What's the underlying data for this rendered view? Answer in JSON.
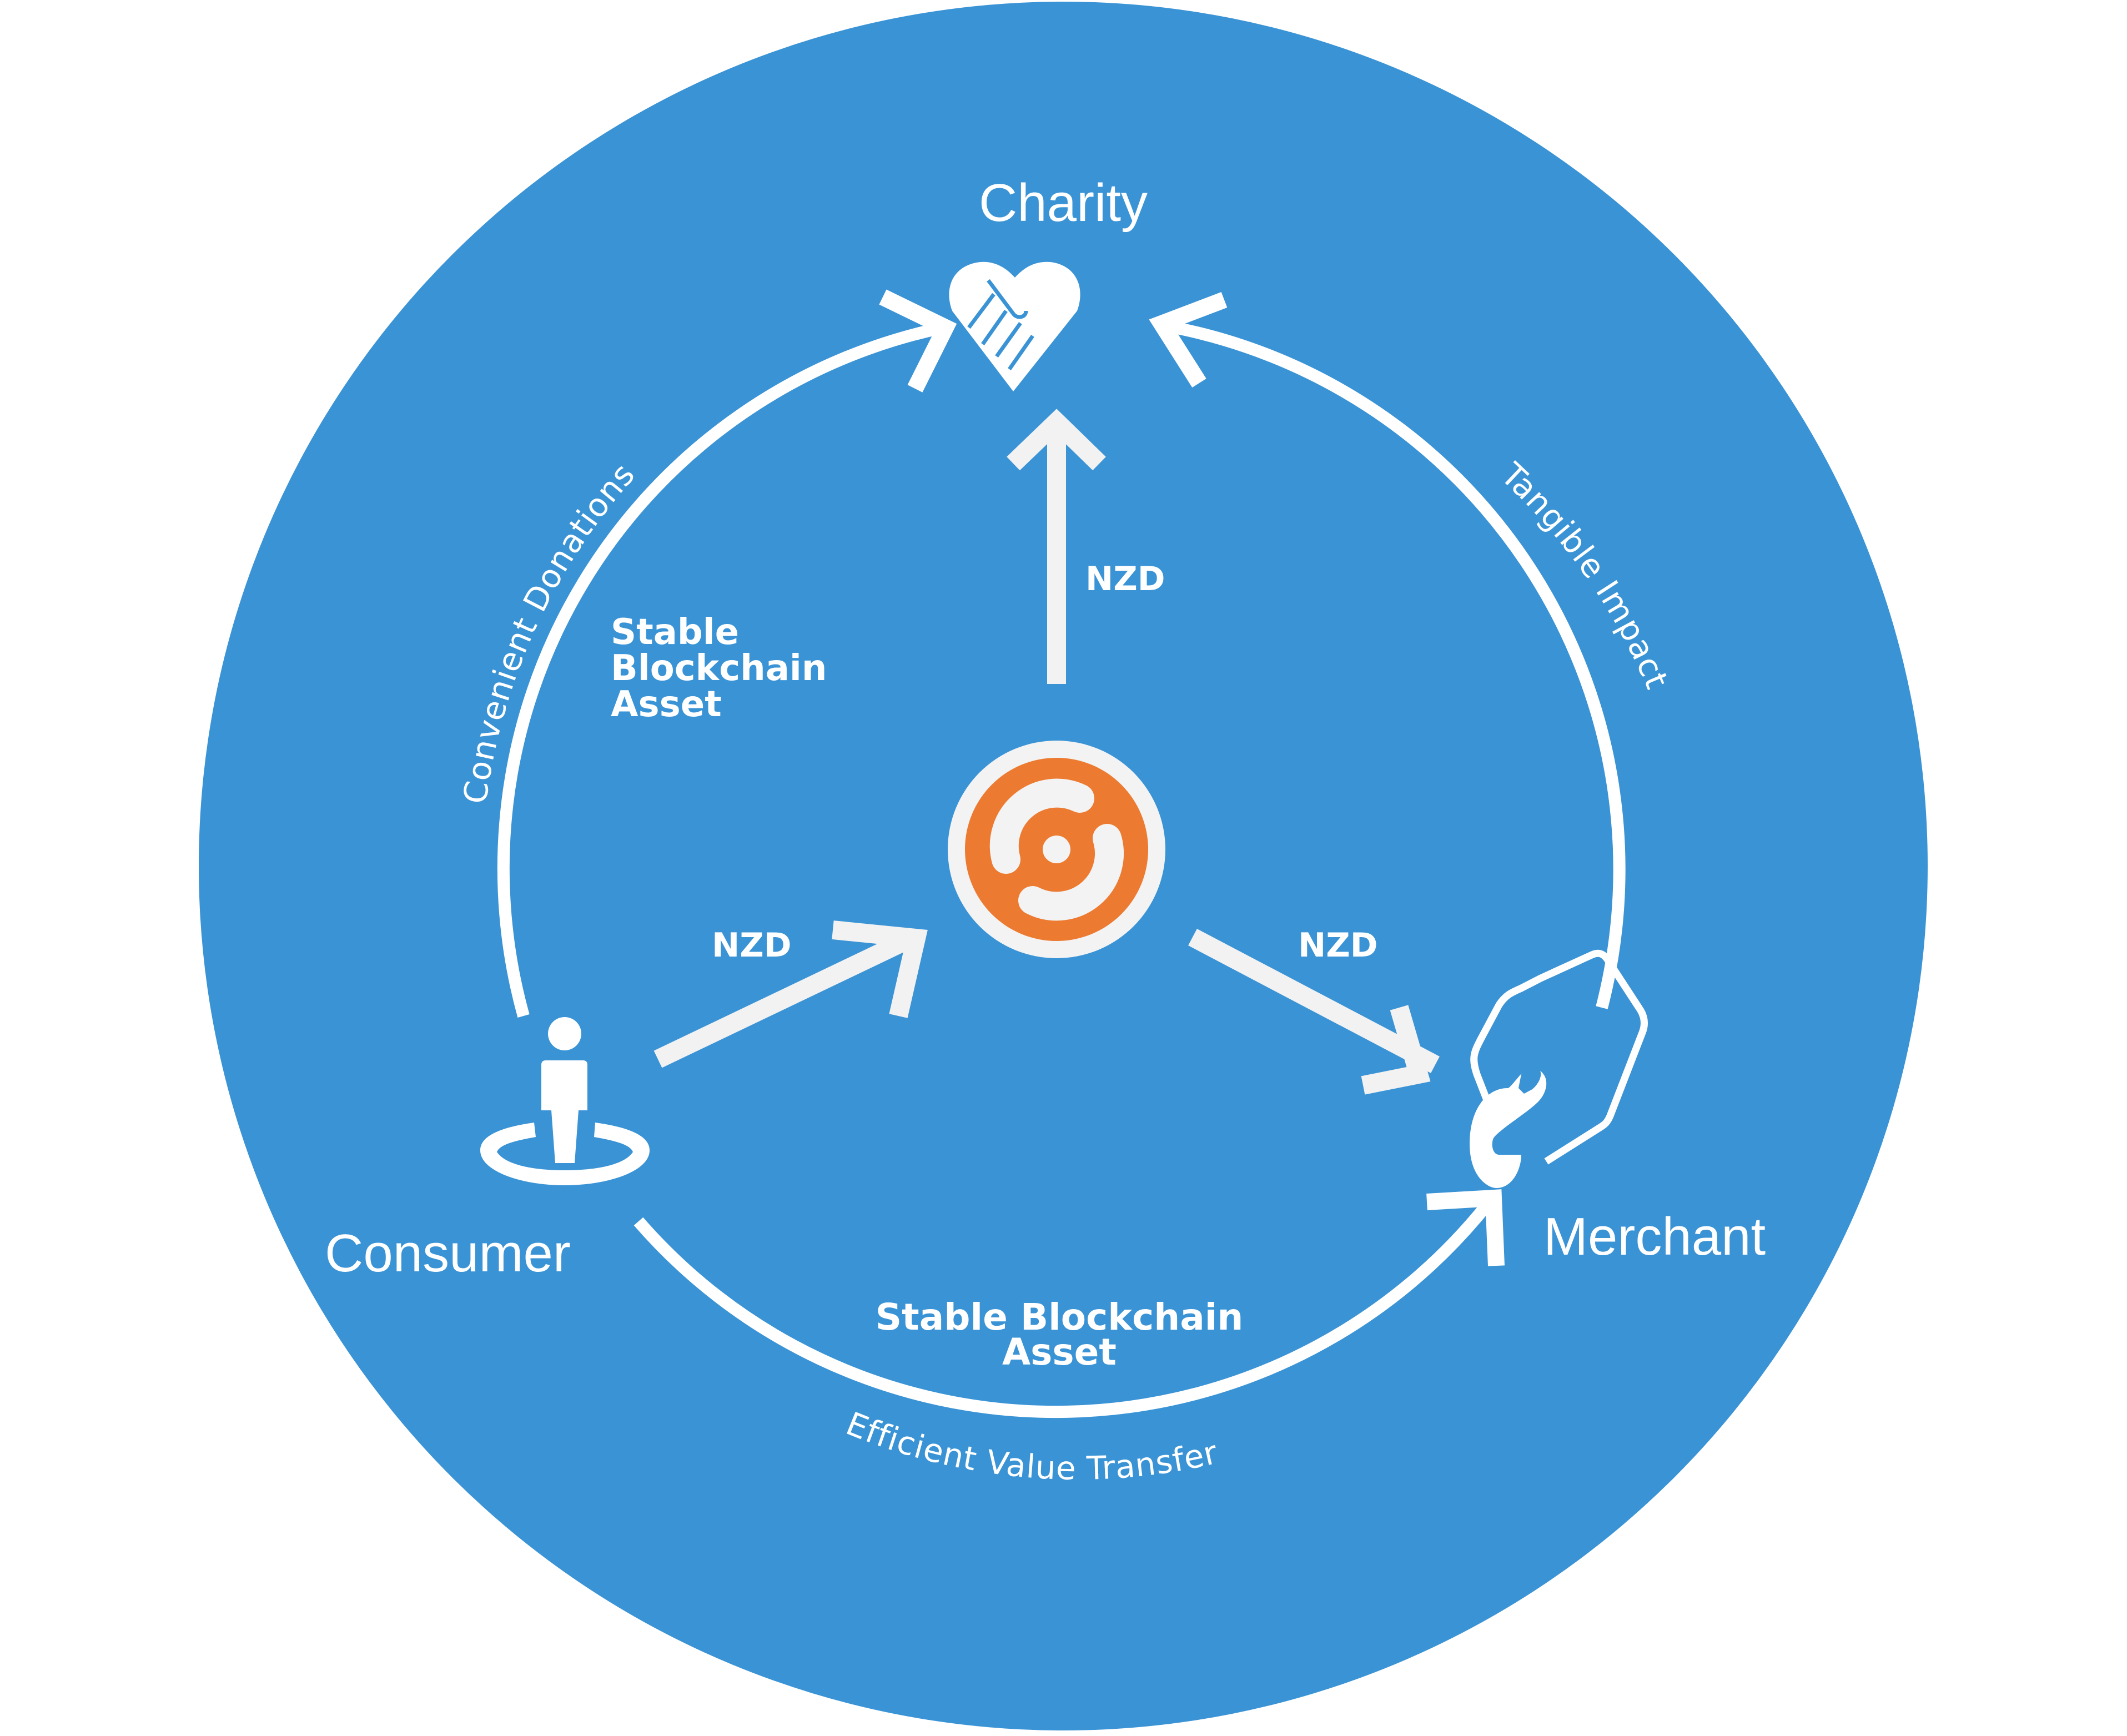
{
  "colors": {
    "background": "#ffffff",
    "circle": "#3a93d5",
    "foreground": "#ffffff",
    "arrow": "#f2f2f2",
    "logo_orange": "#ec7a30",
    "logo_ring": "#f3f3f3"
  },
  "nodes": {
    "charity": {
      "label": "Charity",
      "icon": "heart-handshake-icon"
    },
    "consumer": {
      "label": "Consumer",
      "icon": "person-location-icon"
    },
    "merchant": {
      "label": "Merchant",
      "icon": "price-tag-icon"
    },
    "hub": {
      "icon": "orange-swirl-logo-icon"
    }
  },
  "flows": {
    "consumer_to_hub": {
      "label": "NZD"
    },
    "hub_to_charity": {
      "label": "NZD"
    },
    "hub_to_merchant": {
      "label": "NZD"
    }
  },
  "arcs": {
    "consumer_to_charity": {
      "caption": "Convenient Donations",
      "asset_lines": [
        "Stable",
        "Blockchain",
        "Asset"
      ]
    },
    "merchant_to_charity": {
      "caption": "Tangible Impact"
    },
    "consumer_to_merchant": {
      "caption": "Efficient Value Transfer",
      "asset_lines": [
        "Stable Blockchain",
        "Asset"
      ]
    }
  }
}
